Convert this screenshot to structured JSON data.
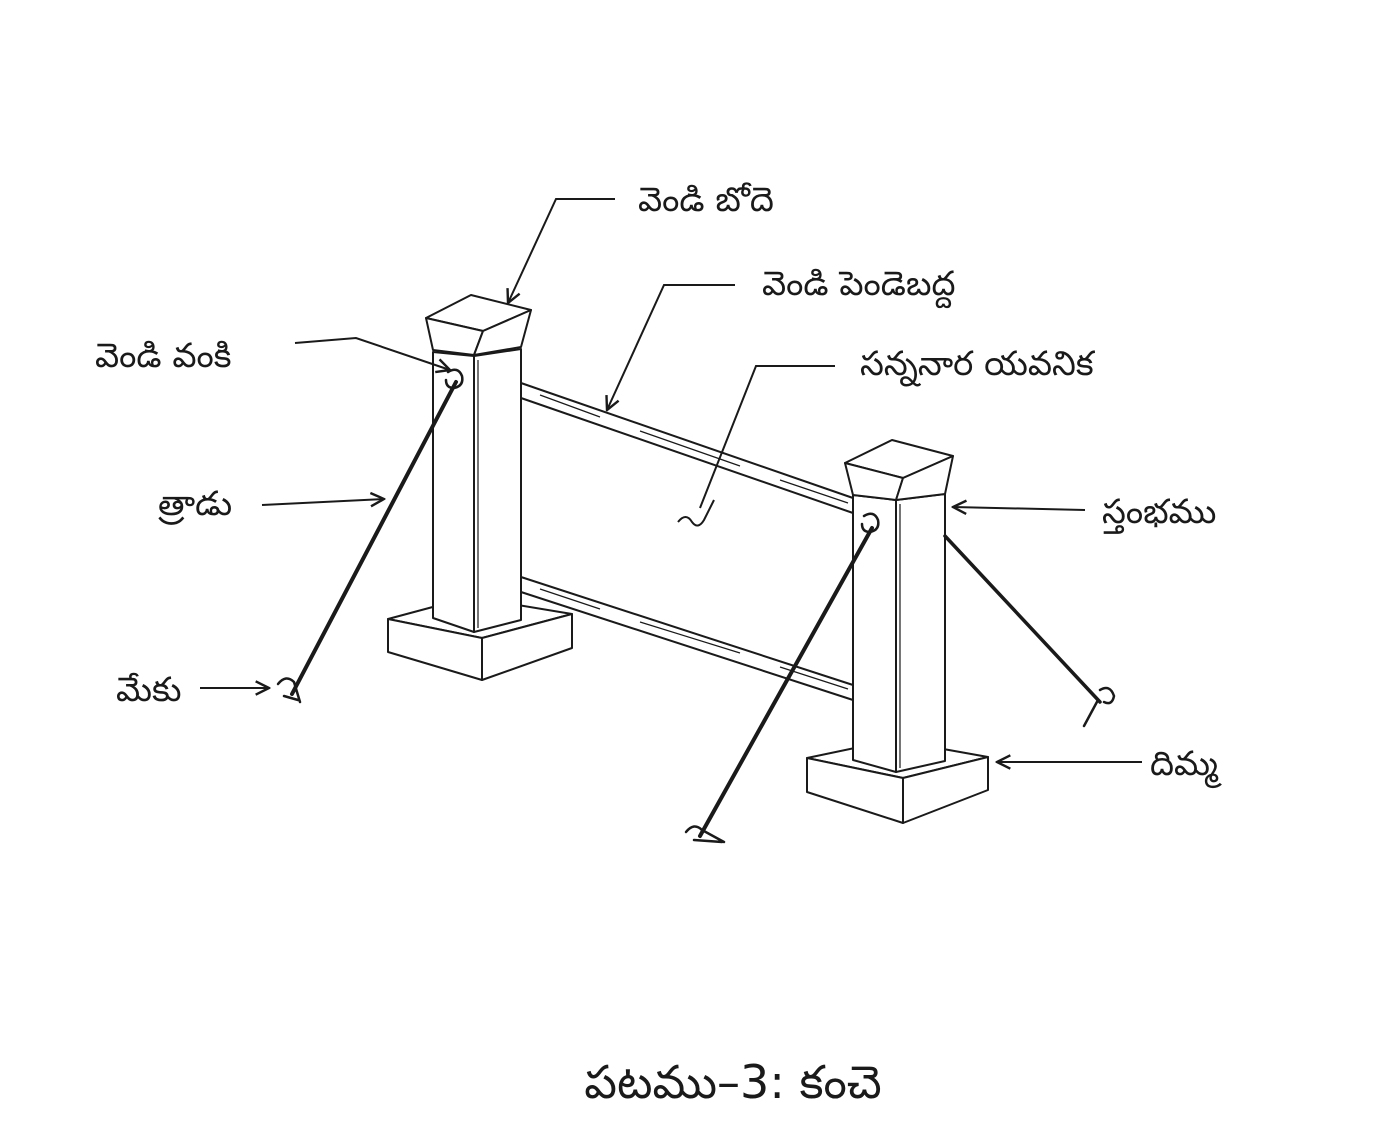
{
  "labels": {
    "silver_knob": "వెండి బోదె",
    "silver_band": "వెండి పెండెబద్ద",
    "silver_hook": "వెండి వంకి",
    "curtain": "సన్ననార యవనిక",
    "rope": "త్రాడు",
    "pillar": "స్తంభము",
    "peg": "మేకు",
    "base": "దిమ్మ"
  },
  "caption": "పటము–3: కంచె",
  "colors": {
    "ink": "#1a1a1a",
    "background": "#ffffff"
  }
}
